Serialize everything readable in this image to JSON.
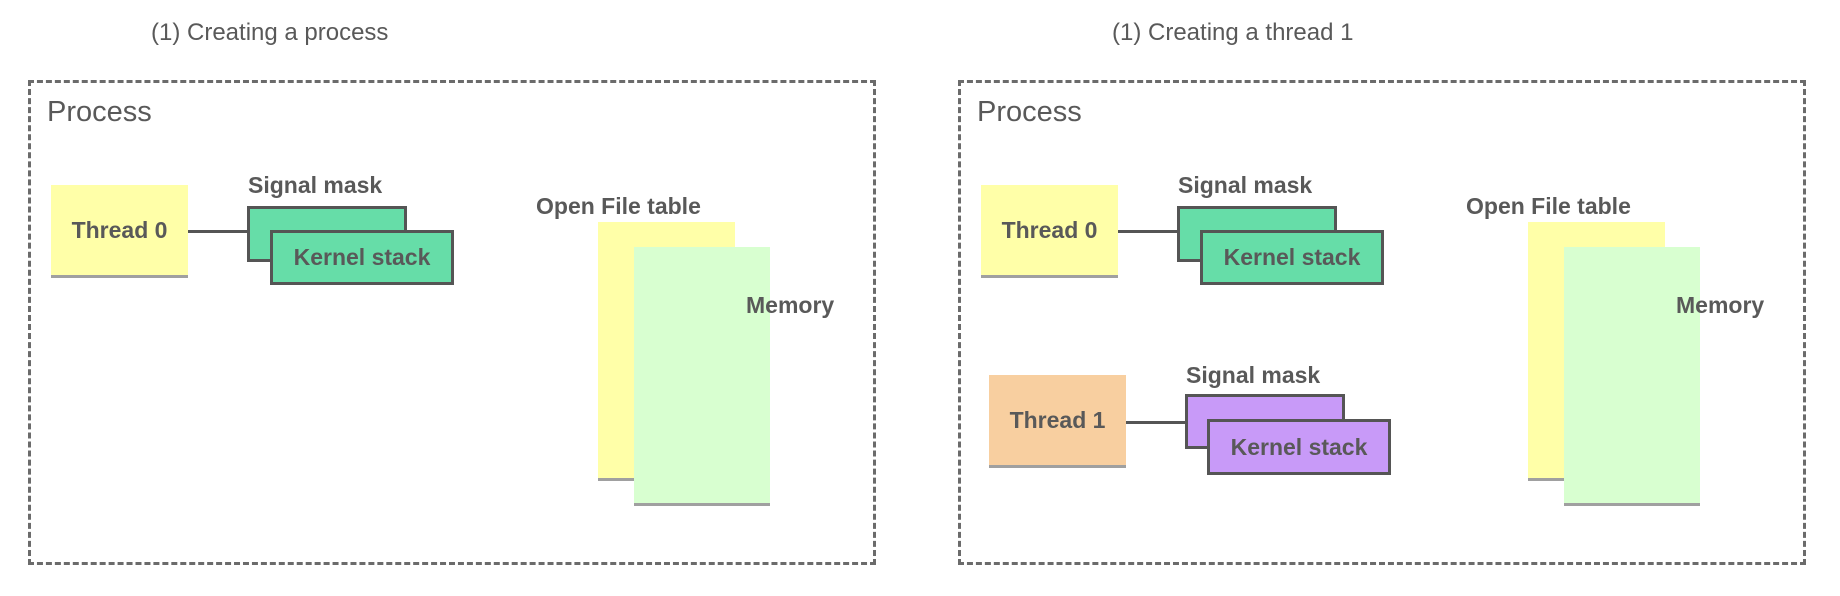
{
  "panels": [
    {
      "title": "(1) Creating a process",
      "container_label": "Process",
      "threads": [
        {
          "label": "Thread 0",
          "color": "#FFFFA8",
          "signal_mask_label": "Signal mask",
          "kernel_stack_label": "Kernel stack",
          "block_color": "#66DDA8"
        }
      ],
      "open_file_table_label": "Open File table",
      "memory_label": "Memory"
    },
    {
      "title": "(1) Creating a thread 1",
      "container_label": "Process",
      "threads": [
        {
          "label": "Thread 0",
          "color": "#FFFFA8",
          "signal_mask_label": "Signal mask",
          "kernel_stack_label": "Kernel stack",
          "block_color": "#66DDA8"
        },
        {
          "label": "Thread 1",
          "color": "#F8CFA0",
          "signal_mask_label": "Signal mask",
          "kernel_stack_label": "Kernel stack",
          "block_color": "#C89AF8"
        }
      ],
      "open_file_table_label": "Open File table",
      "memory_label": "Memory"
    }
  ],
  "colors": {
    "open_file_table": "#FFFFA8",
    "memory": "#D8FFD0",
    "border": "#6B6B6B"
  }
}
